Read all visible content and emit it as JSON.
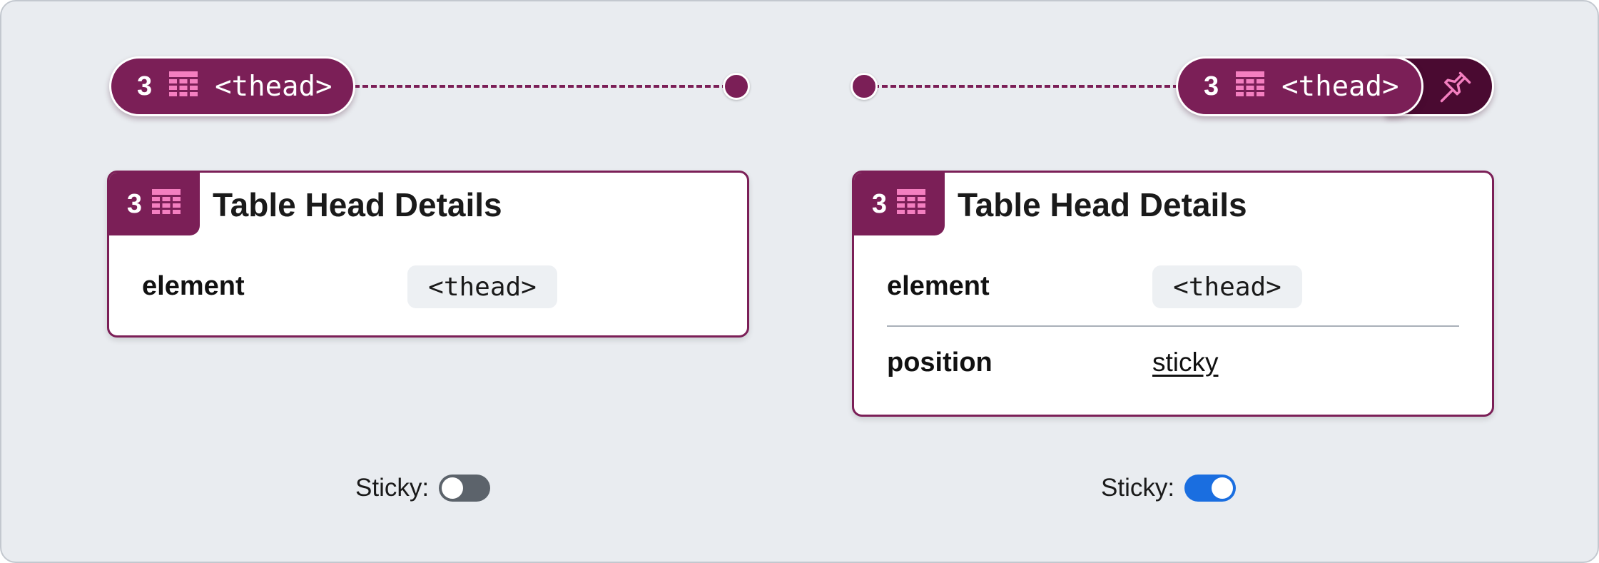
{
  "icons": [
    "table-grid-icon",
    "pin-icon"
  ],
  "colors": {
    "badge": "#7b1f57",
    "pin_badge": "#4a0a31",
    "icon_pink": "#f47fc0",
    "toggle_on": "#1a6ee0",
    "toggle_off": "#5c636b",
    "background": "#e9ecf0"
  },
  "left_panel": {
    "badge": {
      "count": "3",
      "tag": "<thead>"
    },
    "card": {
      "tab_count": "3",
      "title": "Table Head Details",
      "rows": [
        {
          "label": "element",
          "value": "<thead>"
        }
      ]
    },
    "sticky_toggle": {
      "label": "Sticky:",
      "checked": false
    }
  },
  "right_panel": {
    "badge": {
      "count": "3",
      "tag": "<thead>",
      "pinned": true
    },
    "card": {
      "tab_count": "3",
      "title": "Table Head Details",
      "rows": [
        {
          "label": "element",
          "value": "<thead>"
        },
        {
          "label": "position",
          "value": "sticky"
        }
      ]
    },
    "sticky_toggle": {
      "label": "Sticky:",
      "checked": true
    }
  }
}
